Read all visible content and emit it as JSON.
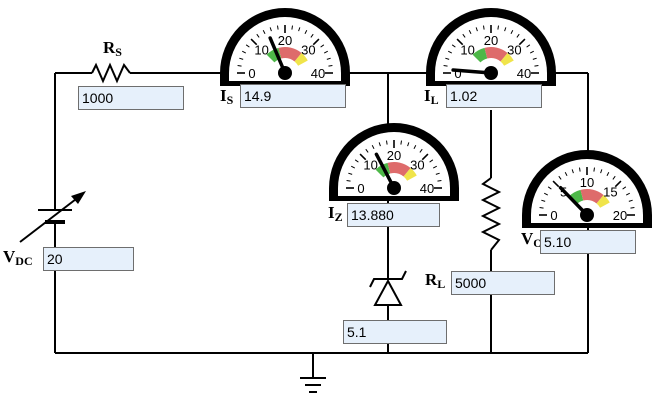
{
  "labels": {
    "rs": {
      "main": "R",
      "sub": "S"
    },
    "is": {
      "main": "I",
      "sub": "S"
    },
    "il": {
      "main": "I",
      "sub": "L"
    },
    "iz": {
      "main": "I",
      "sub": "Z"
    },
    "vo": {
      "main": "V",
      "sub": "O"
    },
    "rl": {
      "main": "R",
      "sub": "L"
    },
    "vdc": {
      "main": "V",
      "sub": "DC"
    }
  },
  "fields": {
    "rs_value": "1000",
    "is_value": "14.9",
    "il_value": "1.02",
    "iz_value": "13.880",
    "vo_value": "5.10",
    "rl_value": "5000",
    "vdc_value": "20",
    "vz_value": "5.1"
  },
  "meters": {
    "is": {
      "ticks": [
        "0",
        "10",
        "20",
        "30",
        "40"
      ],
      "max": 40,
      "reading": 14.9
    },
    "il": {
      "ticks": [
        "0",
        "10",
        "20",
        "30",
        "40"
      ],
      "max": 40,
      "reading": 1.02
    },
    "iz": {
      "ticks": [
        "0",
        "10",
        "20",
        "30",
        "40"
      ],
      "max": 40,
      "reading": 13.88
    },
    "vo": {
      "ticks": [
        "0",
        "5",
        "10",
        "15",
        "20"
      ],
      "max": 20,
      "reading": 5.1
    }
  },
  "colors": {
    "zone_green": "#4db848",
    "zone_red": "#de6b6b",
    "zone_yellow": "#f0e44a",
    "field_bg": "#e6f0fb"
  }
}
